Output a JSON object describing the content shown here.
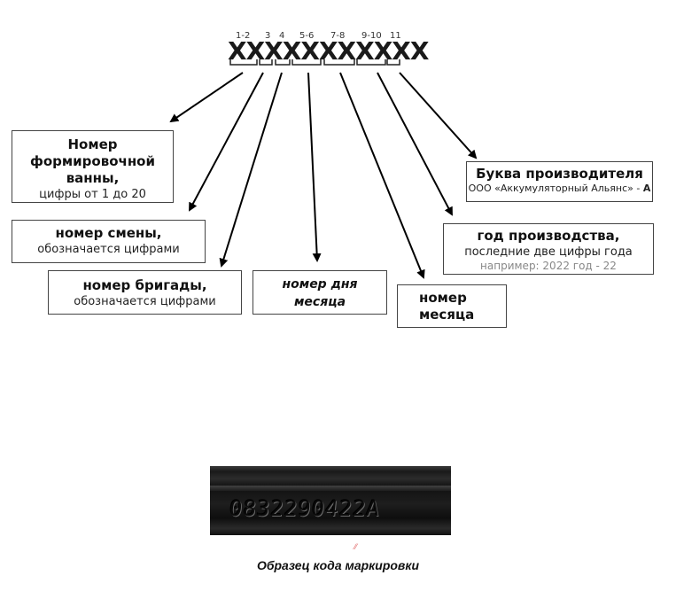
{
  "positions": [
    "1-2",
    "3",
    "4",
    "5-6",
    "7-8",
    "9-10",
    "11"
  ],
  "code_pattern": "XXXXXXXXXXX",
  "boxes": {
    "bath": {
      "title": "Номер формировочной ванны,",
      "sub": "цифры от 1 до 20"
    },
    "shift": {
      "title": "номер смены,",
      "sub": "обозначается цифрами"
    },
    "brigade": {
      "title": "номер бригады,",
      "sub": "обозначается цифрами"
    },
    "day": {
      "title": "номер дня месяца"
    },
    "month": {
      "title": "номер месяца"
    },
    "year": {
      "title": "год производства,",
      "sub": "последние две цифры года",
      "note": "например: 2022 год - 22"
    },
    "maker": {
      "title": "Буква производителя",
      "sub": "ООО «Аккумуляторный Альянс» - ",
      "letter": "А"
    }
  },
  "sample": {
    "stamp": "0832290422A"
  },
  "caption": "Образец кода маркировки",
  "colors": {
    "arrow": "#000000",
    "border": "#444444"
  }
}
